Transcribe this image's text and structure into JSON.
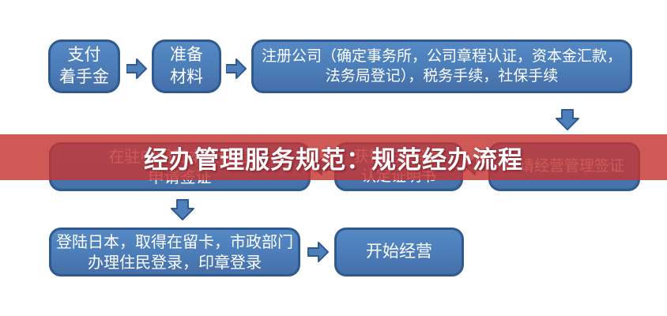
{
  "meta": {
    "kind": "flowchart",
    "language": "zh-CN"
  },
  "colors": {
    "background": "#ffffff",
    "node_fill": "#4d80bb",
    "node_border": "#2e5a8f",
    "node_text": "#ffffff",
    "banner_bg": "#c43432",
    "banner_text": "#ffffff"
  },
  "banner": {
    "title": "经办管理服务规范：规范经办流程"
  },
  "flowchart": {
    "row1": {
      "pay_deposit": "支付\n着手金",
      "prepare_materials": "准备\n材料",
      "register_company": "注册公司（确定事务所，公司章程认证，资本金汇款，\n法务局登记），税务手续，社保手续"
    },
    "row2": {
      "embassy_visa": "在驻中国日本大使馆\n申请签证",
      "certificate": "获得在留资格\n认定证明书",
      "apply_business_visa": "申请经营管理签证"
    },
    "row3": {
      "land_japan": "登陆日本，取得在留卡，市政部门\n办理住民登录，印章登录",
      "start_business": "开始经营"
    }
  }
}
